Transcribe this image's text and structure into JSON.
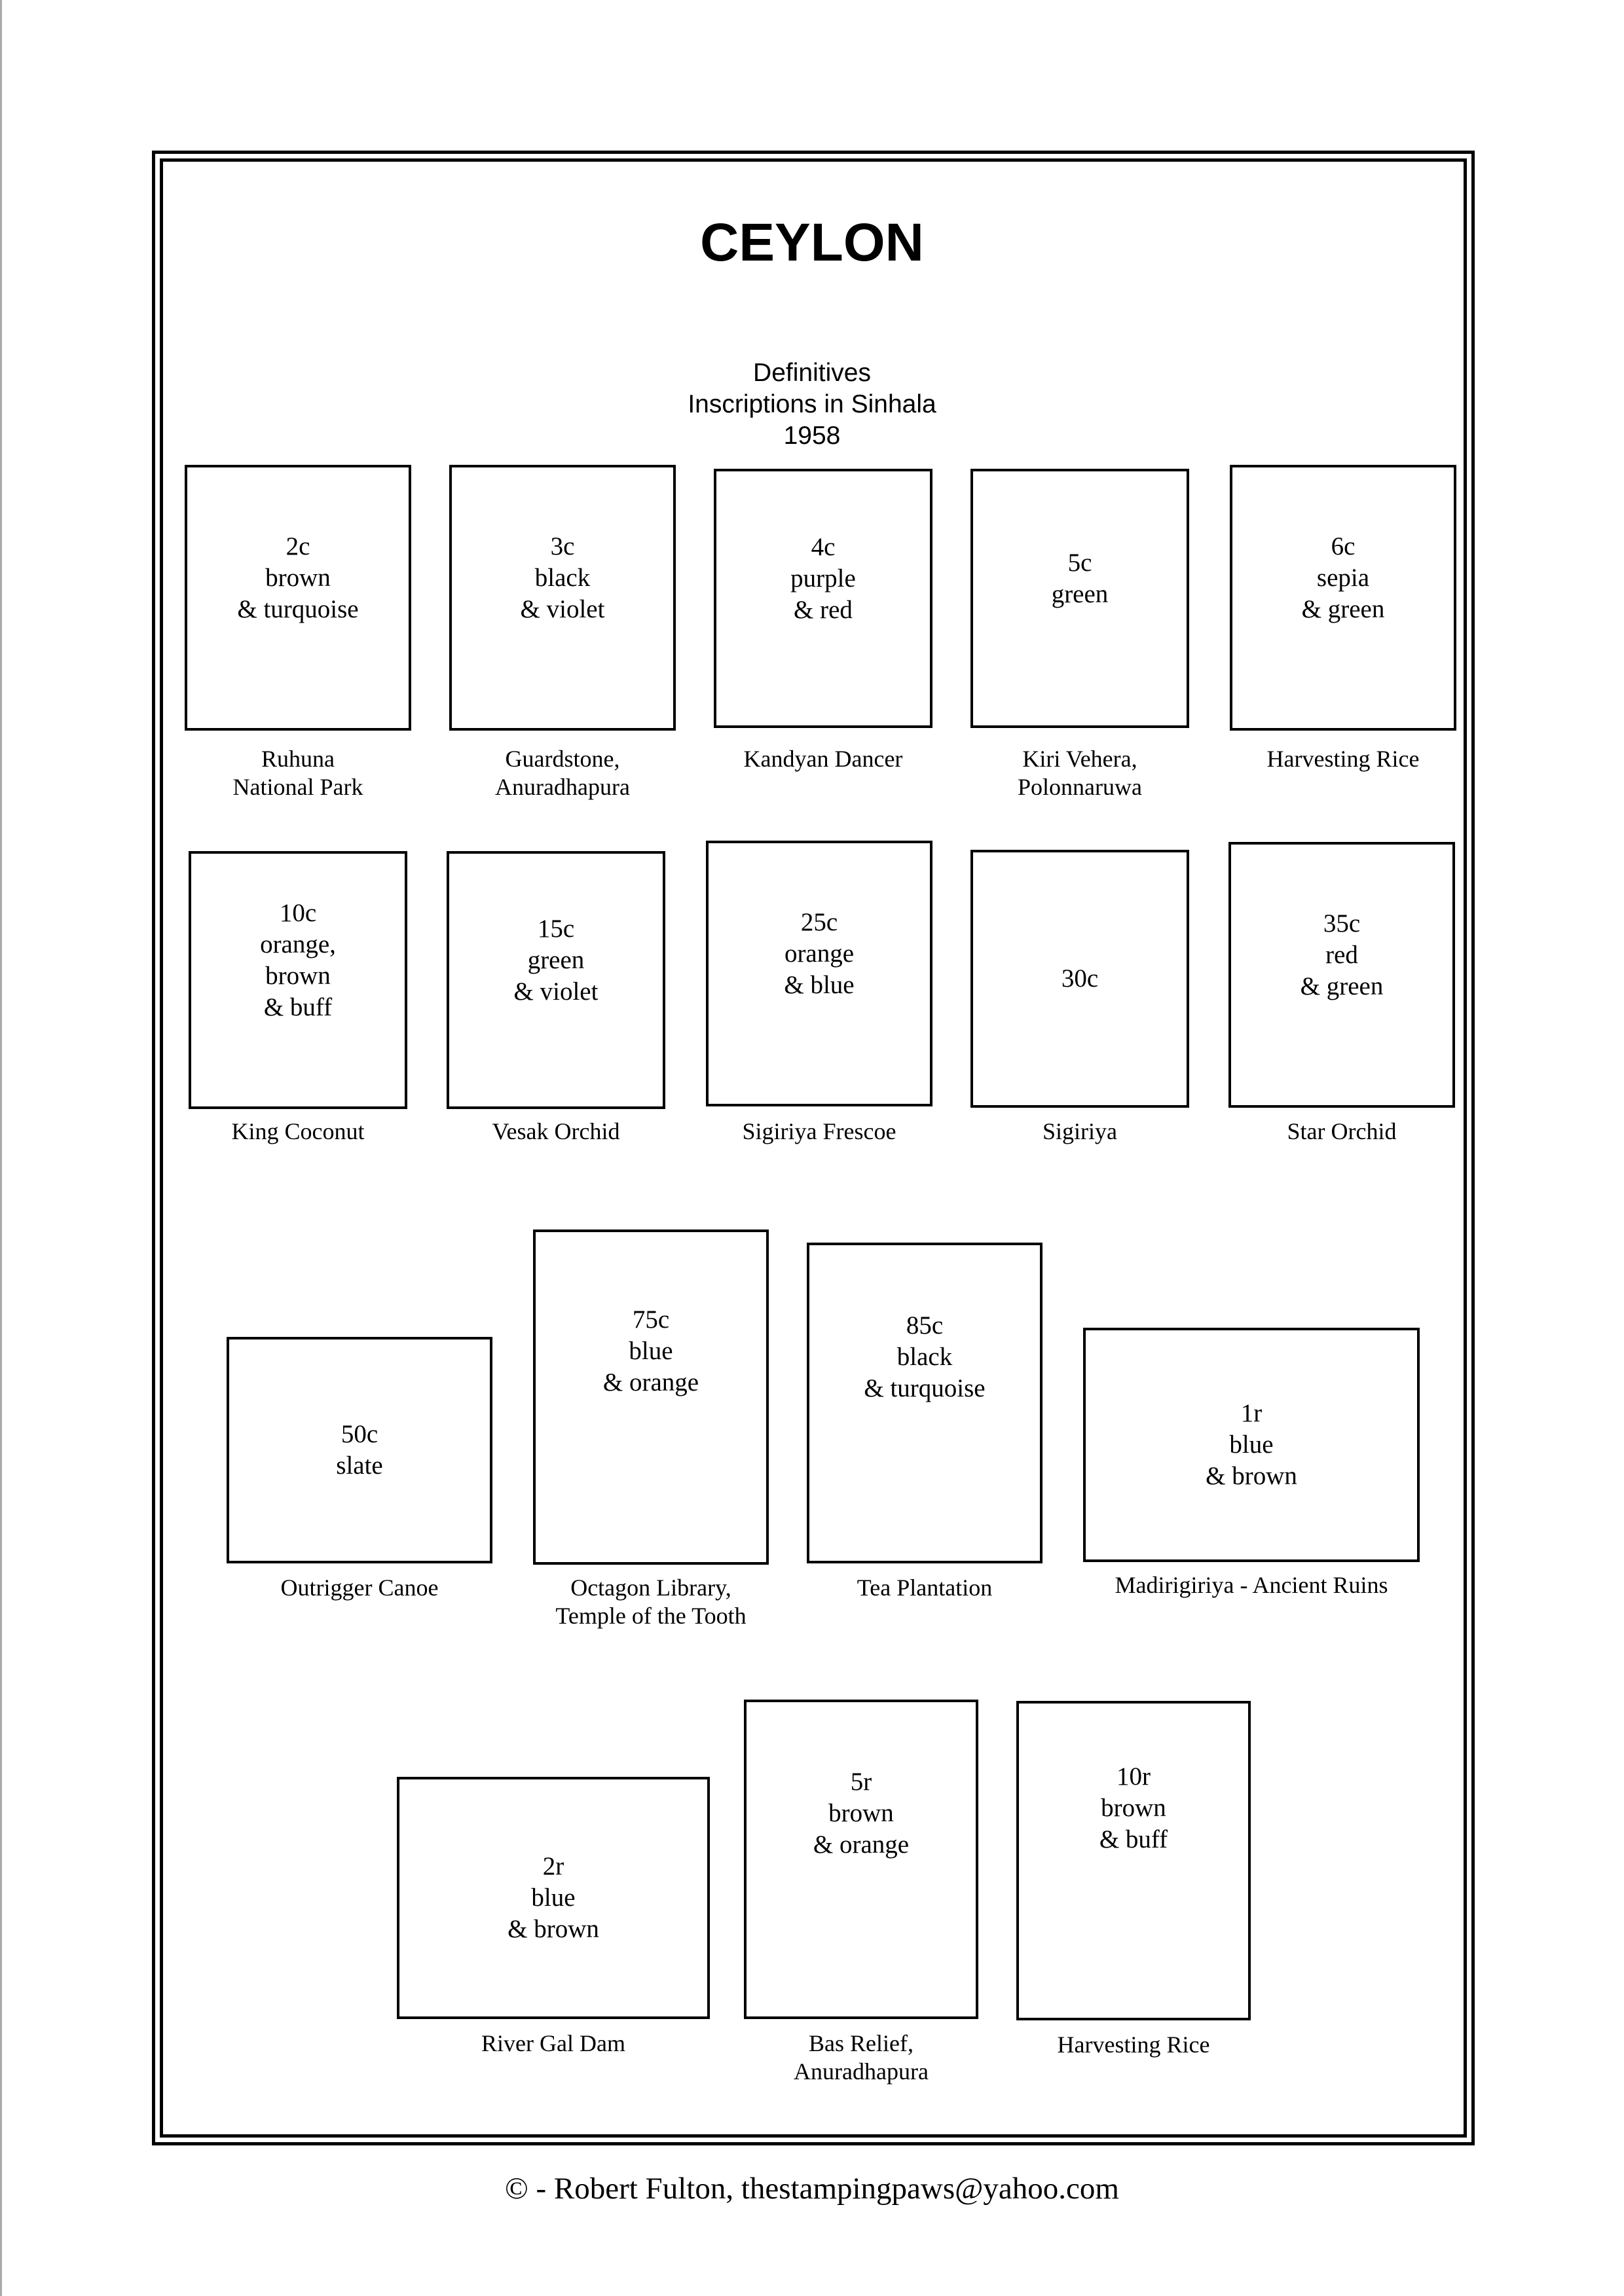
{
  "header": {
    "country": "CEYLON",
    "subtitle_lines": [
      "Definitives",
      "Inscriptions in Sinhala",
      "1958"
    ]
  },
  "stamps": [
    {
      "value": "2c\nbrown\n& turquoise",
      "caption": "Ruhuna\nNational Park"
    },
    {
      "value": "3c\nblack\n& violet",
      "caption": "Guardstone,\nAnuradhapura"
    },
    {
      "value": "4c\npurple\n& red",
      "caption": "Kandyan Dancer"
    },
    {
      "value": "5c\ngreen",
      "caption": "Kiri Vehera,\nPolonnaruwa"
    },
    {
      "value": "6c\nsepia\n& green",
      "caption": "Harvesting Rice"
    },
    {
      "value": "10c\norange,\nbrown\n& buff",
      "caption": "King Coconut"
    },
    {
      "value": "15c\ngreen\n& violet",
      "caption": "Vesak Orchid"
    },
    {
      "value": "25c\norange\n& blue",
      "caption": "Sigiriya Frescoe"
    },
    {
      "value": "30c",
      "caption": "Sigiriya"
    },
    {
      "value": "35c\nred\n& green",
      "caption": "Star Orchid"
    },
    {
      "value": "50c\nslate",
      "caption": "Outrigger Canoe"
    },
    {
      "value": "75c\nblue\n& orange",
      "caption": "Octagon Library,\nTemple of the Tooth"
    },
    {
      "value": "85c\nblack\n& turquoise",
      "caption": "Tea Plantation"
    },
    {
      "value": "1r\nblue\n& brown",
      "caption": "Madirigiriya - Ancient Ruins"
    },
    {
      "value": "2r\nblue\n& brown",
      "caption": "River Gal Dam"
    },
    {
      "value": "5r\nbrown\n& orange",
      "caption": "Bas Relief,\nAnuradhapura"
    },
    {
      "value": "10r\nbrown\n& buff",
      "caption": "Harvesting Rice"
    }
  ],
  "footer": {
    "copyright": "©  -  Robert Fulton, thestampingpaws@yahoo.com"
  }
}
